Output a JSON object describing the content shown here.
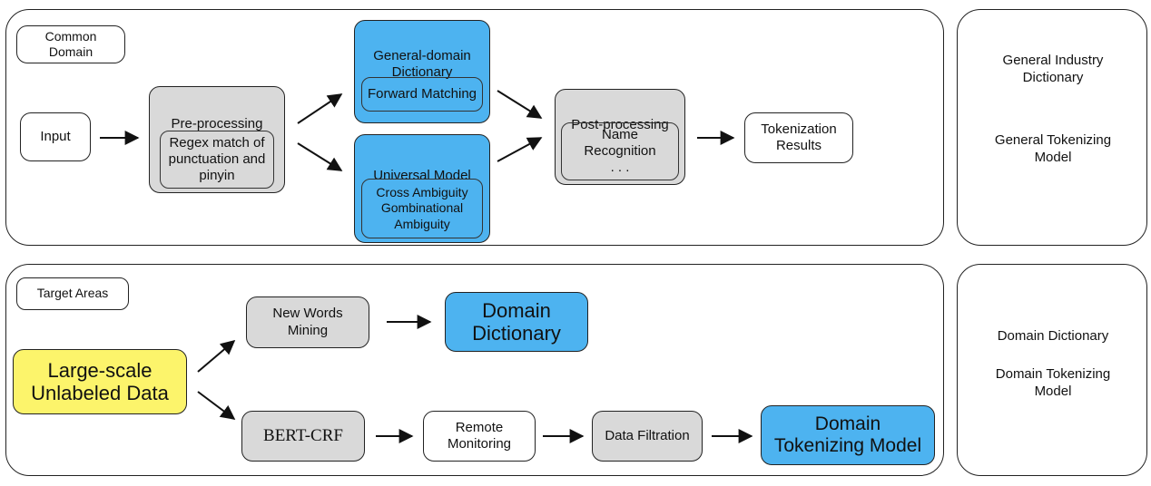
{
  "top": {
    "tag": "Common\nDomain",
    "input": "Input",
    "preprocessing": {
      "title": "Pre-processing",
      "detail": "Regex match of\npunctuation and\npinyin"
    },
    "dictionary": {
      "title": "General-domain\nDictionary",
      "detail": "Forward Matching"
    },
    "universal_model": {
      "title": "Universal Model",
      "detail": "Cross Ambiguity\nGombinational\nAmbiguity"
    },
    "postprocessing": {
      "title": "Post-processing",
      "detail": "Name\nRecognition\n. . ."
    },
    "results": "Tokenization\nResults",
    "side_line1": "General Industry\nDictionary",
    "side_line2": "General Tokenizing\nModel"
  },
  "bottom": {
    "tag": "Target Areas",
    "data": "Large-scale\nUnlabeled Data",
    "new_words": "New Words\nMining",
    "domain_dictionary": "Domain\nDictionary",
    "bert_crf": "BERT-CRF",
    "remote": "Remote\nMonitoring",
    "filtration": "Data Filtration",
    "domain_model": "Domain\nTokenizing Model",
    "side_line1": "Domain Dictionary",
    "side_line2": "Domain Tokenizing\nModel"
  },
  "colors": {
    "blue": "#4db3f0",
    "gray": "#d9d9d9",
    "yellow": "#fcf46b"
  }
}
